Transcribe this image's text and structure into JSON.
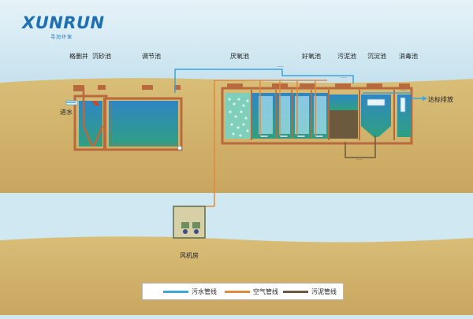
{
  "brand": {
    "name": "XUNRUN",
    "tagline": "寻润环保"
  },
  "diagram": {
    "tanks": {
      "grille_well": "格删井",
      "grit_chamber": "沉砂池",
      "equalization": "调节池",
      "anoxic": "厌氧池",
      "aerobic": "好氧池",
      "sludge": "污泥池",
      "settling": "沉淀池",
      "disinfection": "消毒池"
    },
    "inlet": "进水",
    "outlet": "达标排放",
    "blower_room": "风机房",
    "pipe_tags": [
      "——",
      "——",
      "——",
      "——"
    ]
  },
  "legend": [
    {
      "label": "污水管线",
      "color": "#3fa4d8"
    },
    {
      "label": "空气管线",
      "color": "#e08a3c"
    },
    {
      "label": "污泥管线",
      "color": "#6b5a3e"
    }
  ],
  "colors": {
    "sky": "#cfe8f2",
    "ground": "#d8bd74",
    "water": "#2e9a8c",
    "tank_wall": "#b86a3e",
    "logo": "#1f6fb5"
  }
}
